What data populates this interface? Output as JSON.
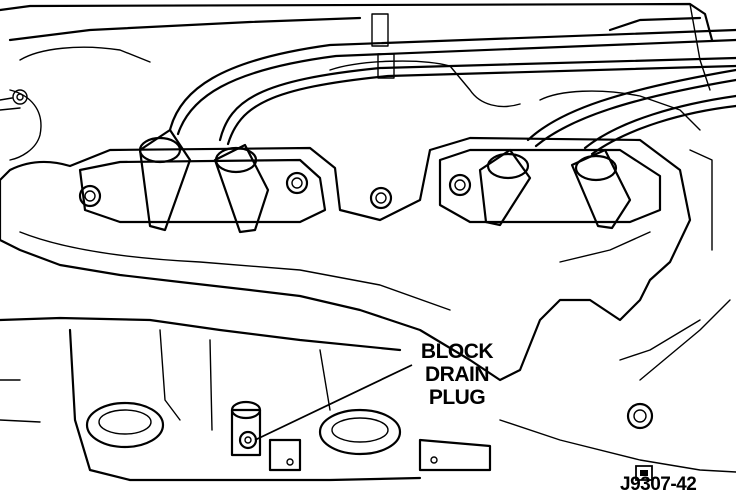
{
  "callout": {
    "lines": [
      "BLOCK",
      "DRAIN",
      "PLUG"
    ]
  },
  "figure_id": "J9307-42",
  "icons": {
    "figure_mark": "chrysler-pentastar-icon"
  }
}
